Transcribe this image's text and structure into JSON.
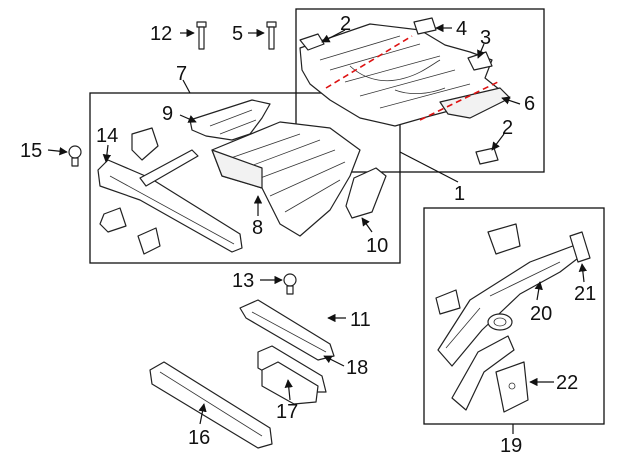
{
  "diagram": {
    "callouts": [
      "1",
      "2",
      "2",
      "3",
      "4",
      "5",
      "6",
      "7",
      "8",
      "9",
      "10",
      "11",
      "12",
      "13",
      "14",
      "15",
      "16",
      "17",
      "18",
      "19",
      "20",
      "21",
      "22"
    ]
  }
}
